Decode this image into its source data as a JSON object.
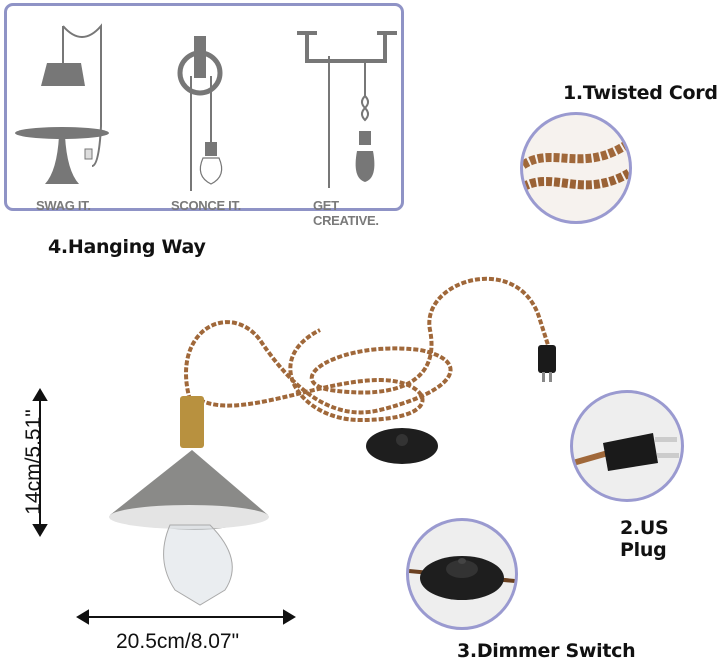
{
  "hanging_panel": {
    "captions": [
      "SWAG IT.",
      "SCONCE IT.",
      "GET CREATIVE."
    ],
    "title": "4.Hanging Way"
  },
  "features": {
    "twisted_cord": "1.Twisted Cord",
    "us_plug": "2.US Plug",
    "dimmer_switch": "3.Dimmer Switch"
  },
  "dimensions": {
    "height": "14cm/5.51\"",
    "width": "20.5cm/8.07\""
  },
  "colors": {
    "accent_border": "#8f93c6",
    "cord": "#a0683a",
    "shade": "#8a8a88",
    "brass": "#b8913f"
  }
}
